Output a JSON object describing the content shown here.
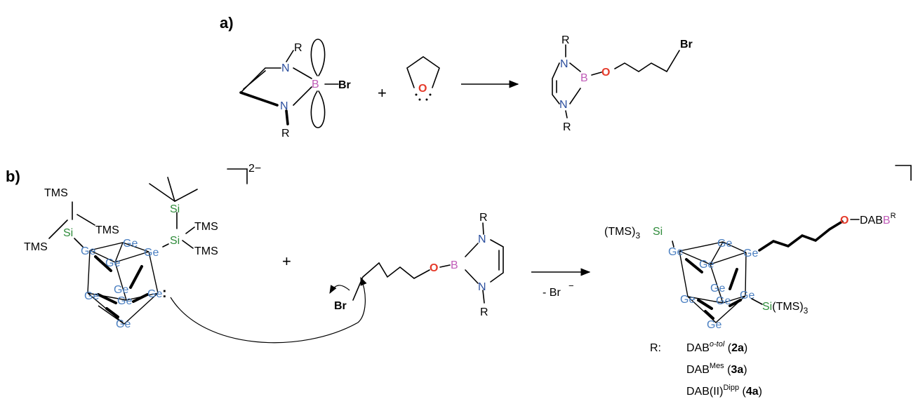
{
  "panels": {
    "a": "a)",
    "b": "b)"
  },
  "atoms": {
    "R": "R",
    "N": "N",
    "B": "B",
    "Br": "Br",
    "O": "O",
    "Ge": "Ge",
    "Si": "Si",
    "TMS": "TMS",
    "DAB": "DAB",
    "TMS3": "(TMS)",
    "sub3": "3",
    "Si_TMS3": "Si(TMS)",
    "plus": "+",
    "lone_pair": ":"
  },
  "charges": {
    "dianion": "2−"
  },
  "conditions": {
    "minus_br": "- Br",
    "minus_sign": "−"
  },
  "legend": {
    "prefix": "R:",
    "entries": [
      {
        "base": "DAB",
        "sup": "o-tol",
        "open": " (",
        "num": "2",
        "letter": "a",
        "close": ")"
      },
      {
        "base": "DAB",
        "sup": "Mes",
        "open": " (",
        "num": "3",
        "letter": "a",
        "close": ")"
      },
      {
        "base": "DAB(II)",
        "sup": "Dipp",
        "open": " (",
        "num": "4",
        "letter": "a",
        "close": ")"
      }
    ]
  },
  "colors": {
    "nitrogen": "#2c4f9e",
    "boron": "#c05cb8",
    "oxygen": "#e53a2a",
    "silicon": "#2e8b3a",
    "germanium": "#4a7fc1"
  }
}
